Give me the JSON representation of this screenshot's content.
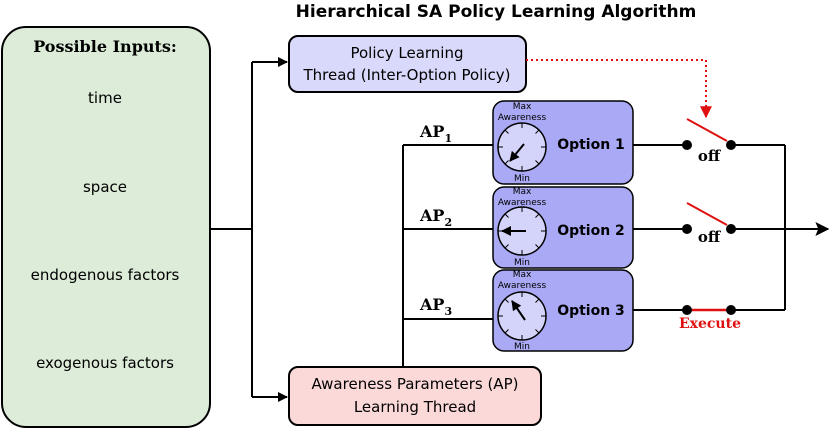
{
  "title": "Hierarchical SA Policy Learning Algorithm",
  "inputs": {
    "heading": "Possible Inputs:",
    "items": [
      "time",
      "space",
      "endogenous factors",
      "exogenous factors"
    ]
  },
  "policy_thread": {
    "line1": "Policy Learning",
    "line2": "Thread (Inter-Option Policy)"
  },
  "ap_thread": {
    "line1": "Awareness Parameters (AP)",
    "line2": "Learning Thread"
  },
  "options": [
    {
      "ap_base": "AP",
      "ap_sub": "1",
      "label": "Option 1",
      "gauge_max": "Max",
      "gauge_caption": "Awareness",
      "gauge_min": "Min",
      "switch_label": "off"
    },
    {
      "ap_base": "AP",
      "ap_sub": "2",
      "label": "Option 2",
      "gauge_max": "Max",
      "gauge_caption": "Awareness",
      "gauge_min": "Min",
      "switch_label": "off"
    },
    {
      "ap_base": "AP",
      "ap_sub": "3",
      "label": "Option 3",
      "gauge_max": "Max",
      "gauge_caption": "Awareness",
      "gauge_min": "Min",
      "switch_label": "Execute"
    }
  ],
  "colors": {
    "inputs_fill": "#dcecd8",
    "policy_fill": "#d9d9fb",
    "ap_fill": "#fbd9d9",
    "option_fill": "#a9a9f5",
    "gauge_fill": "#d4d4fa",
    "highlight_red": "#e01010"
  }
}
